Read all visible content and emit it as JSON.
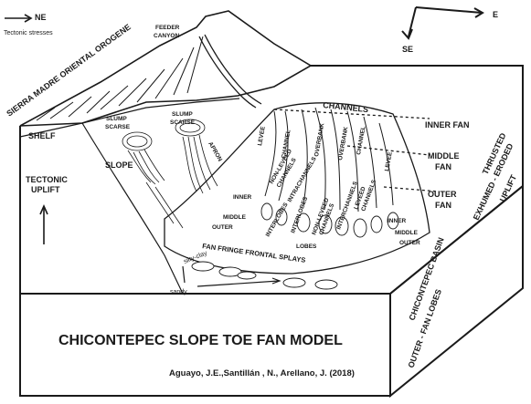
{
  "compass": {
    "ne": "NE",
    "e": "E",
    "se": "SE"
  },
  "tectonic_stresses": "Tectonic stresses",
  "orogene": "SIERRA MADRE ORIENTAL OROGENE",
  "feeder_canyon": [
    "FEEDER",
    "CANYON"
  ],
  "shelf": "SHELF",
  "slope": "SLOPE",
  "tectonic_uplift": [
    "TECTONIC",
    "UPLIFT"
  ],
  "slump_scarse_1": [
    "SLUMP",
    "SCARSE"
  ],
  "slump_scarse_2": [
    "SLUMP",
    "SCARSE"
  ],
  "apron": "APRON",
  "channels": "CHANNELS",
  "levee_1": "LEVEE",
  "channel_1": "CHANNEL",
  "overbank_1": "OVERBANK",
  "overbank_2": "OVERBANK",
  "channel_2": "CHANNEL",
  "levee_2": "LEVEE",
  "nonleveed_1": [
    "NON-LEVEED",
    "CHANNELS"
  ],
  "intrachannels": "INTRACHANNELS",
  "interlobes_1": "INTERLOBES",
  "interlobes_2": "INTERLOBES",
  "nonleveed_2": [
    "NON-LEVEED",
    "CHANNELS"
  ],
  "interchannels": "INTERCHANNELS",
  "leveed_channels": [
    "LEVEED",
    "CHANNELS"
  ],
  "inner_1": "INNER",
  "middle_1": "MIDDLE",
  "outer_1": "OUTER",
  "inner_2": "INNER",
  "middle_2": "MIDDLE",
  "outer_2": "OUTER",
  "lobes": "LOBES",
  "fan_fringe": "FAN FRINGE FRONTAL SPLAYS",
  "silty_clay": "silty-clay",
  "sandy": "sandy",
  "inner_fan": "INNER FAN",
  "middle_fan": [
    "MIDDLE",
    "FAN"
  ],
  "outer_fan": [
    "OUTER",
    "FAN"
  ],
  "thrusted": "THRUSTED",
  "exhumed": "EXHUMED - ERODED",
  "uplift": "UPLIFT",
  "basin": "CHICONTEPEC BASIN",
  "outer_fan_lobes": "OUTER - FAN LOBES",
  "title": "CHICONTEPEC SLOPE TOE FAN MODEL",
  "citation": "Aguayo, J.E.,Santillán , N., Arellano, J. (2018)"
}
